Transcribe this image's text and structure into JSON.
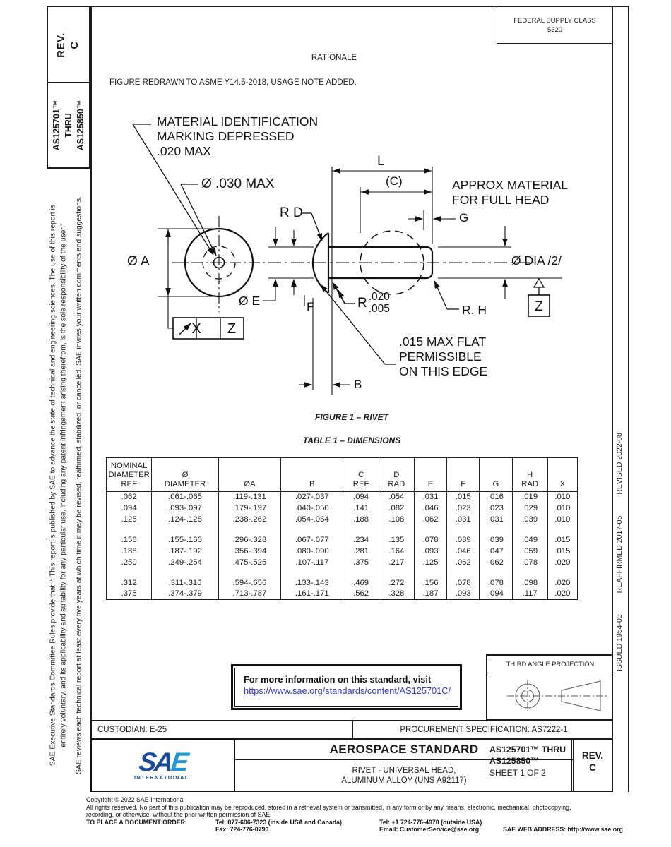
{
  "sidebar_left": {
    "rev_box": "REV.\nC",
    "standard_box": "AS125701™\nTHRU\nAS125850™",
    "legal_lines": [
      "SAE Executive Standards Committee Rules provide that: “ This report is published by SAE to advance the state of technical and engineering sciences. The use of this report is",
      "entirely voluntary, and its applicability and suitability for any particular use, including any patent infringement arising therefrom, is the sole responsibility of the user.”",
      "SAE reviews each technical report at least every five years at which time it may be revised, reaffirmed, stabilized, or cancelled. SAE invites your written comments and suggestions."
    ]
  },
  "sidebar_right": {
    "issued": "ISSUED 1954-03",
    "reaffirmed": "REAFFIRMED 2017-05",
    "revised": "REVISED 2022-08"
  },
  "top": {
    "federal_supply_class": "FEDERAL SUPPLY CLASS",
    "fsc_code": "5320",
    "rationale_title": "RATIONALE",
    "rationale_text": "FIGURE REDRAWN TO ASME Y14.5-2018, USAGE NOTE ADDED."
  },
  "figure": {
    "caption": "FIGURE 1 – RIVET",
    "labels": {
      "material_id": "MATERIAL IDENTIFICATION\nMARKING DEPRESSED\n.020 MAX",
      "dia_030": "Ø .030 MAX",
      "dia_a": "Ø A",
      "fcf_x": "X",
      "fcf_z": "Z",
      "dim_l": "L",
      "dim_c": "(C)",
      "approx_material": "APPROX MATERIAL\nFOR FULL HEAD",
      "dim_g": "G",
      "dia_dia2": "Ø DIA /2/",
      "datum_z": "Z",
      "r_d": "R D",
      "r_tol_r": "R",
      "r_tol_top": ".020",
      "r_tol_bottom": ".005",
      "r_h": "R. H",
      "flat_note": ".015 MAX FLAT\nPERMISSIBLE\nON THIS EDGE",
      "dim_b": "B",
      "dia_e": "Ø E",
      "dim_f": "F"
    }
  },
  "table": {
    "caption": "TABLE 1 – DIMENSIONS",
    "headers": [
      "NOMINAL\nDIAMETER\nREF",
      "Ø\nDIAMETER",
      "ØA",
      "B",
      "C\nREF",
      "D\nRAD",
      "E",
      "F",
      "G",
      "H\nRAD",
      "X"
    ],
    "rows": [
      [
        ".062",
        ".061-.065",
        ".119-.131",
        ".027-.037",
        ".094",
        ".054",
        ".031",
        ".015",
        ".016",
        ".019",
        ".010"
      ],
      [
        ".094",
        ".093-.097",
        ".179-.197",
        ".040-.050",
        ".141",
        ".082",
        ".046",
        ".023",
        ".023",
        ".029",
        ".010"
      ],
      [
        ".125",
        ".124-.128",
        ".238-.262",
        ".054-.064",
        ".188",
        ".108",
        ".062",
        ".031",
        ".031",
        ".039",
        ".010"
      ],
      [
        "",
        "",
        "",
        "",
        "",
        "",
        "",
        "",
        "",
        "",
        ""
      ],
      [
        ".156",
        ".155-.160",
        ".296-.328",
        ".067-.077",
        ".234",
        ".135",
        ".078",
        ".039",
        ".039",
        ".049",
        ".015"
      ],
      [
        ".188",
        ".187-.192",
        ".356-.394",
        ".080-.090",
        ".281",
        ".164",
        ".093",
        ".046",
        ".047",
        ".059",
        ".015"
      ],
      [
        ".250",
        ".249-.254",
        ".475-.525",
        ".107-.117",
        ".375",
        ".217",
        ".125",
        ".062",
        ".062",
        ".078",
        ".020"
      ],
      [
        "",
        "",
        "",
        "",
        "",
        "",
        "",
        "",
        "",
        "",
        ""
      ],
      [
        ".312",
        ".311-.316",
        ".594-.656",
        ".133-.143",
        ".469",
        ".272",
        ".156",
        ".078",
        ".078",
        ".098",
        ".020"
      ],
      [
        ".375",
        ".374-.379",
        ".713-.787",
        ".161-.171",
        ".562",
        ".328",
        ".187",
        ".093",
        ".094",
        ".117",
        ".020"
      ]
    ]
  },
  "info_box": {
    "text": "For more information on this standard, visit",
    "link": "https://www.sae.org/standards/content/AS125701C/"
  },
  "projection_box": {
    "title": "THIRD ANGLE PROJECTION"
  },
  "title_block": {
    "custodian": "CUSTODIAN: E-25",
    "procurement": "PROCUREMENT SPECIFICATION: AS7222-1",
    "logo": {
      "s": "S",
      "a": "A",
      "e": "E",
      "sub": "INTERNATIONAL."
    },
    "doc_type": "AEROSPACE STANDARD",
    "doc_title": "RIVET - UNIVERSAL HEAD,\nALUMINUM ALLOY (UNS A92117)",
    "standard_range": "AS125701™ THRU\nAS125850™",
    "sheet": "SHEET 1 OF 2",
    "rev": "REV.\nC"
  },
  "footer": {
    "copyright": "Copyright © 2022 SAE International",
    "rights1": "All rights reserved. No part of this publication may be reproduced, stored in a retrieval system or transmitted, in any form or by any means, electronic, mechanical, photocopying,",
    "rights2": "recording, or otherwise, without the prior written permission of SAE.",
    "order_label": "TO PLACE A DOCUMENT ORDER:",
    "tel_inside": "Tel: 877-606-7323 (inside USA and Canada)",
    "tel_outside": "Tel: +1 724-776-4970 (outside USA)",
    "fax": "Fax: 724-776-0790",
    "email": "Email: CustomerService@sae.org",
    "web": "SAE WEB ADDRESS: http://www.sae.org"
  }
}
